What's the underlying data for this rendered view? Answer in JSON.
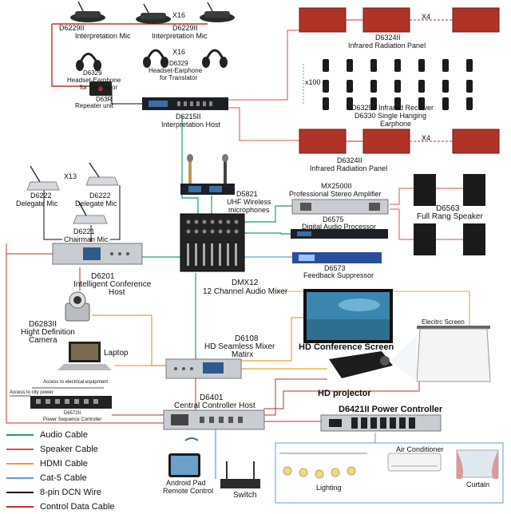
{
  "colors": {
    "audio": "#1f9e6a",
    "speaker": "#d9534f",
    "hdmi": "#e6a23c",
    "cat5": "#5aa0d8",
    "dcn": "#111111",
    "control": "#c0312b",
    "panel_red": "#c0392b",
    "device_dark": "#2b2b2b",
    "device_silver": "#c9ccd1"
  },
  "labels": {
    "d6229_left": "D6229II",
    "interp_mic_left": "Interpretation Mic",
    "x16_mic": "X16",
    "d6229_right": "D6229II",
    "interp_mic_right": "Interpretation Mic",
    "d6329_left": "D6329",
    "headset_left": "Headset-Earphone",
    "translator_left": "for Translator",
    "x16_head": "X16",
    "d6329_right": "D6329",
    "headset_right": "Headset-Earphone",
    "translator_right": "for Translator",
    "d63r": "D63R",
    "repeater": "Repeater unit",
    "d6215": "D6215II",
    "interp_host": "Interpretation Host",
    "x4_top": "X4",
    "d6324_top": "D6324II",
    "ir_panel_top": "Infrared Radiation Panel",
    "x100": "x100",
    "d6325": "D6325II Infrared Receiver",
    "d6330": "D6330 Single Hanging",
    "earphone": "Earphone",
    "x4_mid": "X4",
    "d6324_mid": "D6324II",
    "ir_panel_mid": "Infrared Radiation Panel",
    "x13": "X13",
    "d6222_left": "D6222",
    "delegate_left": "Delegate Mic",
    "d6222_right": "D6222",
    "delegate_right": "Delegate Mic",
    "d6221": "D6221",
    "chairman": "Chairman Mic",
    "d5821": "D5821",
    "uhf": "UHF Wireless",
    "microphones": "microphones",
    "mx2500": "MX2500II",
    "amp": "Professional Stereo Amplifier",
    "d6575": "D6575",
    "dap": "Digital Audio Processor",
    "d6573": "D6573",
    "feedback": "Feedback Suppressor",
    "d6563": "D6563",
    "speaker": "Full Rang Speaker",
    "d6201": "D6201",
    "icon_host_1": "Intelligent Conference",
    "icon_host_2": "Host",
    "dmx12": "DMX12",
    "mixer": "12 Channel Audio Mixer",
    "d6283": "D6283II",
    "hd_camera_1": "Hight Definition",
    "hd_camera_2": "Camera",
    "hd_screen": "HD Conference Screen",
    "electric_screen": "Elecitrc Screen",
    "laptop": "Laptop",
    "d6108": "D6108",
    "hd_matrix_1": "HD Seamless Mixer",
    "hd_matrix_2": "Matirx",
    "hd_projector": "HD projector",
    "access_elec": "Access to electrical equipment",
    "access_city": "Access to city power",
    "d6572": "D6572II",
    "power_seq": "Power Sequence Controller",
    "d6401": "D6401",
    "central_host": "Central Controller Host",
    "d6421_power": "D6421II Power Controller",
    "android_1": "Android Pad",
    "android_2": "Remote Control",
    "switch": "Switch",
    "lighting": "Lighting",
    "air_conditioner": "Air Conditioner",
    "curtain": "Curtain"
  },
  "legend": [
    {
      "label": "Audio Cable",
      "color": "#1f9e6a"
    },
    {
      "label": "Speaker Cable",
      "color": "#d9534f"
    },
    {
      "label": "HDMI Cable",
      "color": "#e6a23c"
    },
    {
      "label": "Cat-5 Cable",
      "color": "#5aa0d8"
    },
    {
      "label": "8-pin DCN Wire",
      "color": "#111111"
    },
    {
      "label": "Control Data Cable",
      "color": "#c0312b"
    }
  ]
}
